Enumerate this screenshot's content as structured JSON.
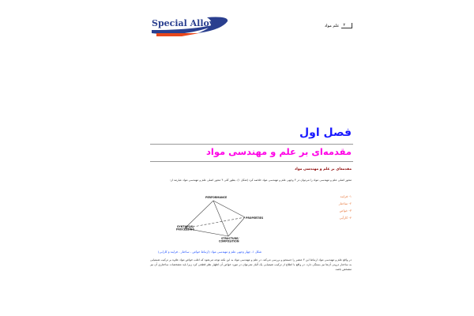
{
  "header": {
    "logo_text": "Special Alloys",
    "page_number": "۲",
    "book_title": "علم مواد"
  },
  "chapter": {
    "label": "فصل اول",
    "title": "مقدمه‌ای بر علم و مهندسی مواد"
  },
  "section": {
    "heading": "مقدمه‌ای بر علم و مهندسی مواد",
    "intro": "محور اصلی علم و مهندسی مواد را می‌توان در ۴ وجهی علم و مهندسی مواد خلاصه کرد (شکل ۱). بطور کلی ۴ محور اصلی علم و مهندسی مواد عبارتند از:",
    "list": [
      "۱- فرایند",
      "۲- ساختار",
      "۳- خواص",
      "۴- کارآیی"
    ]
  },
  "figure": {
    "labels": {
      "top": "PERFORMANCE",
      "right": "PROPERTIES",
      "left": "SYNTHESIS/\nPROCESSING",
      "bottom": "STRUCTURE/\nCOMPOSITION"
    },
    "caption": "شکل ۱- چهار وجهی علم و مهندسی مواد (ارتباط خواص - ساختار - فرایند و کارایی)"
  },
  "paragraph": "در واقع علم و مهندسی مواد ارتباط این ۴ عنصر را جستجو و بررسی می‌کند. در علم و مهندسی مواد به این نکته توجه می‌شود که اغلب خواص مواد علاوه بر ترکیب شیمیایی به ساختار درونی آن‌ها نیز بستگی دارد. در واقع با اطلاع از ترکیب شیمیایی یک آلیاژ نمی‌توان در مورد خواص آن اظهار نظر قطعی کرد زیرا باید مشخصات ساختاری آن نیز مشخص باشد."
}
